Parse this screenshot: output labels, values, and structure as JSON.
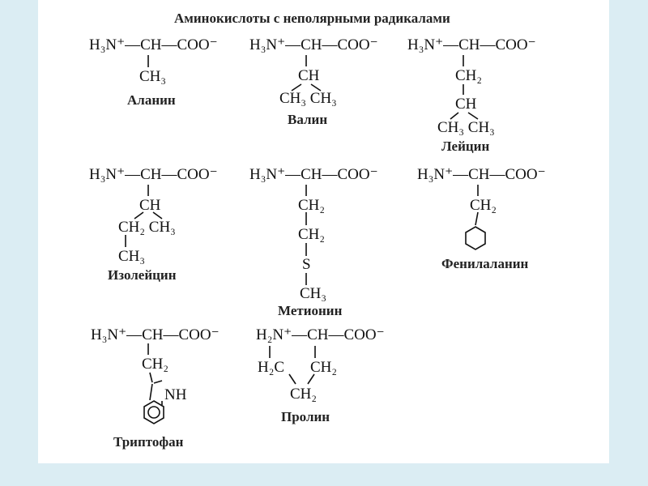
{
  "title": "Аминокислоты с неполярными радикалами",
  "amino_acids": [
    {
      "name": "Аланин",
      "backbone": "H₃N⁺—CH—COO⁻",
      "side_chain": [
        "CH₃"
      ]
    },
    {
      "name": "Валин",
      "backbone": "H₃N⁺—CH—COO⁻",
      "side_chain": [
        "CH",
        "CH₃ CH₃"
      ]
    },
    {
      "name": "Лейцин",
      "backbone": "H₃N⁺—CH—COO⁻",
      "side_chain": [
        "CH₂",
        "CH",
        "CH₃ CH₃"
      ]
    },
    {
      "name": "Изолейцин",
      "backbone": "H₃N⁺—CH—COO⁻",
      "side_chain": [
        "CH",
        "CH₂ CH₃",
        "CH₃"
      ]
    },
    {
      "name": "Метионин",
      "backbone": "H₃N⁺—CH—COO⁻",
      "side_chain": [
        "CH₂",
        "CH₂",
        "S",
        "CH₃"
      ]
    },
    {
      "name": "Фенилаланин",
      "backbone": "H₃N⁺—CH—COO⁻",
      "side_chain": [
        "CH₂"
      ]
    },
    {
      "name": "Триптофан",
      "backbone": "H₃N⁺—CH—COO⁻",
      "side_chain": [
        "CH₂",
        "NH"
      ]
    },
    {
      "name": "Пролин",
      "backbone": "H₂N⁺—CH—COO⁻",
      "side_chain": [
        "H₂C",
        "CH₂",
        "CH₂"
      ]
    }
  ]
}
